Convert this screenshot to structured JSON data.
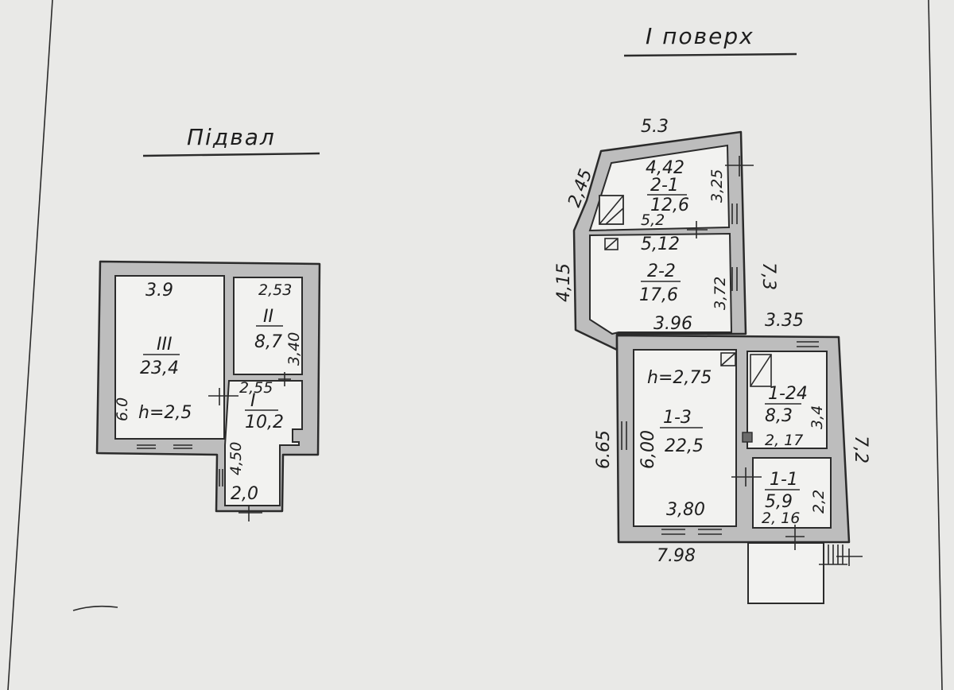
{
  "titles": {
    "basement": "Підвал",
    "floor1": "I поверх"
  },
  "basement": {
    "room3": {
      "width": "3.9",
      "num": "III",
      "area": "23,4",
      "height_side": "6.0",
      "ceiling": "h=2,5"
    },
    "room2": {
      "width": "2,53",
      "num": "II",
      "area": "8,7",
      "height_side": "3,40"
    },
    "room1": {
      "width": "2,55",
      "num": "I",
      "area": "10,2",
      "height_side": "4,50",
      "bottom": "2,0"
    }
  },
  "floor1": {
    "top": "5.3",
    "left_upper": "2,45",
    "left_lower": "4,15",
    "right_upper": "7,3",
    "r21": {
      "width": "4,42",
      "num": "2-1",
      "area": "12,6",
      "bottom": "5,2",
      "side": "3,25"
    },
    "r22": {
      "width": "5,12",
      "num": "2-2",
      "area": "17,6",
      "bottom": "3.96",
      "side": "3,72"
    },
    "mid_right": "3.35",
    "r13": {
      "ceiling": "h=2,75",
      "num": "1-3",
      "area": "22,5",
      "outer": "6.65",
      "inner": "6,00",
      "bottom": "3,80"
    },
    "r14": {
      "num": "1-24",
      "area": "8,3",
      "side": "3,4",
      "bottom": "2, 17"
    },
    "r11": {
      "num": "1-1",
      "area": "5,9",
      "side": "2,2",
      "bottom": "2, 16"
    },
    "right_lower": "7,2",
    "total_bottom": "7.98"
  }
}
